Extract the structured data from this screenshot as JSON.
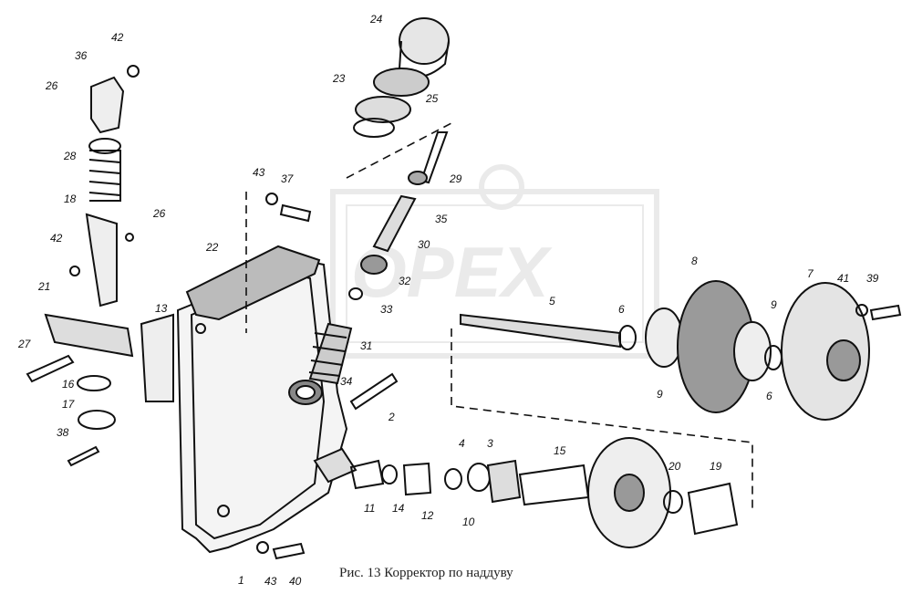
{
  "caption": "Рис. 13 Корректор по наддуву",
  "watermark": "OPEX",
  "colors": {
    "ink": "#111111",
    "watermark": "#c8c8c8",
    "paper": "#ffffff"
  },
  "callouts": [
    "42",
    "36",
    "26",
    "28",
    "18",
    "26",
    "42",
    "21",
    "13",
    "27",
    "16",
    "17",
    "38",
    "22",
    "43",
    "37",
    "24",
    "23",
    "25",
    "29",
    "35",
    "30",
    "32",
    "33",
    "31",
    "34",
    "2",
    "5",
    "6",
    "8",
    "9",
    "9",
    "6",
    "7",
    "41",
    "39",
    "1",
    "43",
    "40",
    "11",
    "14",
    "12",
    "10",
    "4",
    "3",
    "15",
    "20",
    "19"
  ]
}
